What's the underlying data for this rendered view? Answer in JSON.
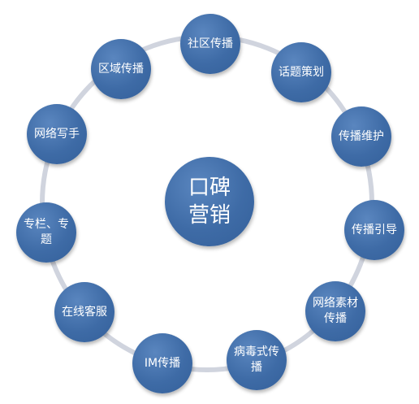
{
  "diagram": {
    "center": {
      "label": "口碑营销"
    },
    "nodes": [
      {
        "label": "社区传播"
      },
      {
        "label": "话题策划"
      },
      {
        "label": "传播维护"
      },
      {
        "label": "传播引导"
      },
      {
        "label": "网络素材传播"
      },
      {
        "label": "病毒式传播"
      },
      {
        "label": "IM传播"
      },
      {
        "label": "在线客服"
      },
      {
        "label": "专栏、专题"
      },
      {
        "label": "网络写手"
      },
      {
        "label": "区域传播"
      }
    ],
    "colors": {
      "node_fill": "#3e6ba6",
      "ring": "#d0d4de",
      "text": "#ffffff"
    }
  }
}
